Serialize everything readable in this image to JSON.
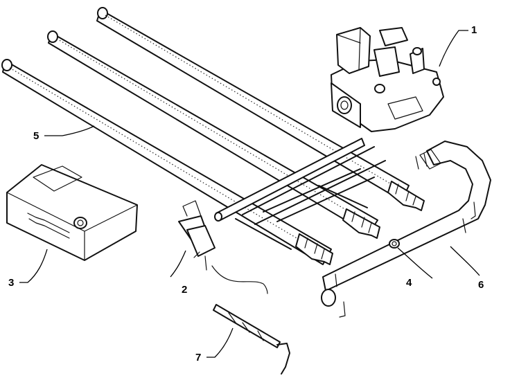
{
  "callouts": {
    "c1": "1",
    "c2": "2",
    "c3": "3",
    "c4": "4",
    "c5": "5",
    "c6": "6",
    "c7": "7"
  },
  "icons": {
    "gas_valve": "gas-valve-icon",
    "ignition_module": "ignition-module-icon",
    "pilot_assembly": "pilot-assembly-icon",
    "orifice": "orifice-icon",
    "burner_tube": "burner-tube-icon",
    "manifold": "manifold-pipe-icon",
    "wrench": "wrench-tool-icon"
  }
}
